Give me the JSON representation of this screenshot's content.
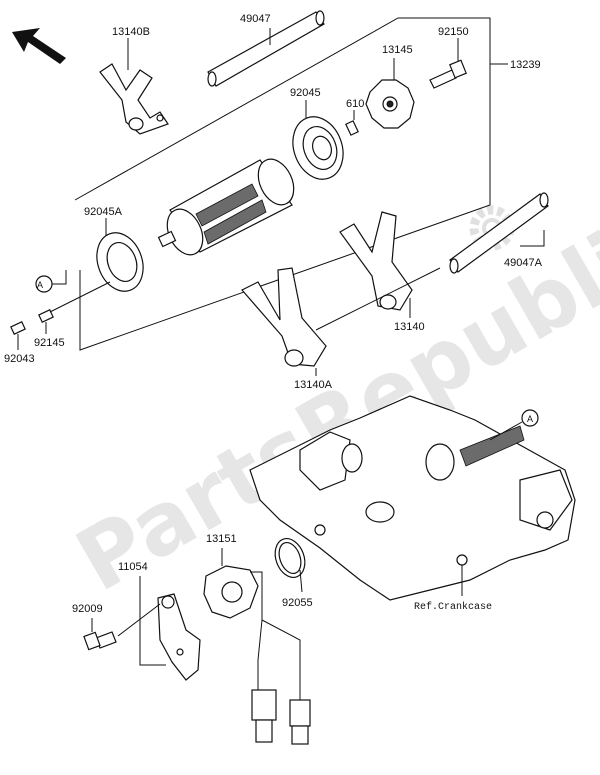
{
  "labels": {
    "p13140B": "13140B",
    "p49047": "49047",
    "p13145": "13145",
    "p92150": "92150",
    "p13239": "13239",
    "p92045": "92045",
    "p610": "610",
    "p92045A": "92045A",
    "pA1": "A",
    "p92145": "92145",
    "p92043": "92043",
    "p49047A": "49047A",
    "p13140": "13140",
    "p13140A": "13140A",
    "pA2": "A",
    "p13151": "13151",
    "p11054": "11054",
    "p92009": "92009",
    "p92055": "92055",
    "ref_crankcase": "Ref.Crankcase"
  },
  "watermark": "PartsRepublik",
  "colors": {
    "line": "#111111",
    "watermark": "#e6e6e6",
    "background": "#ffffff"
  },
  "icons": {
    "direction_arrow": "front-arrow-icon",
    "watermark_gear": "gear-icon"
  }
}
